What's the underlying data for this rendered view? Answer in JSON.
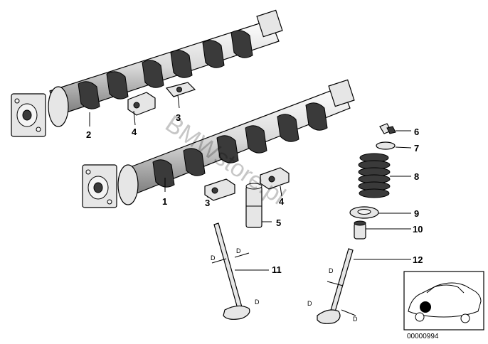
{
  "callouts": {
    "c1": "1",
    "c2": "2",
    "c3a": "3",
    "c3b": "3",
    "c4a": "4",
    "c4b": "4",
    "c5": "5",
    "c6": "6",
    "c7": "7",
    "c8": "8",
    "c9": "9",
    "c10": "10",
    "c11": "11",
    "c12": "12"
  },
  "dimension_mark": "D",
  "watermark": "BMWstore.pl",
  "diagram_code": "00000994",
  "colors": {
    "ink": "#000000",
    "part_fill": "#e6e6e6",
    "shadow": "#3a3a3a",
    "background": "#ffffff"
  }
}
